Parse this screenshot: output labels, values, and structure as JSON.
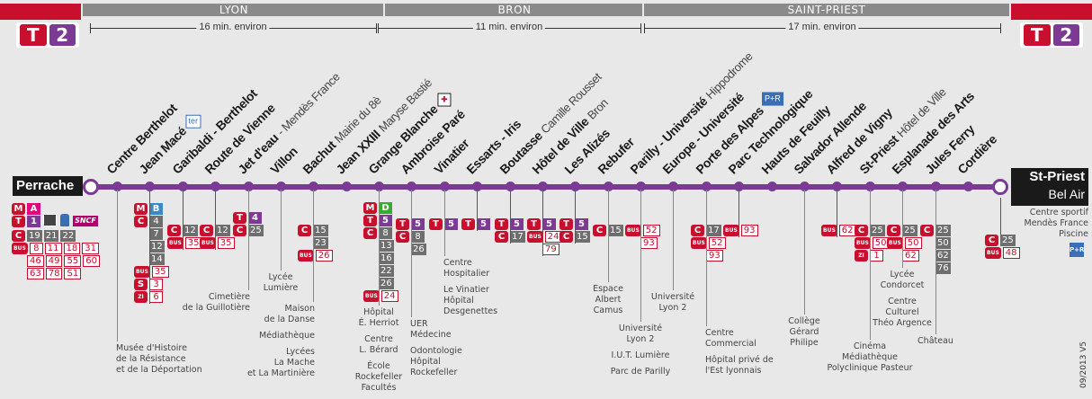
{
  "header": {
    "logo": {
      "t": "T",
      "num": "2"
    },
    "zones": [
      "LYON",
      "BRON",
      "SAINT-PRIEST"
    ],
    "durations": [
      "16 min. environ",
      "11 min. environ",
      "17 min. environ"
    ]
  },
  "colors": {
    "line": "#7b3a93",
    "red": "#c8102e",
    "metro_A": "#e5007d",
    "metro_B": "#3a87c9",
    "metro_D": "#3aa935",
    "tram": "#7d3a95",
    "bus_grey": "#6e6e6e"
  },
  "termini": {
    "start": {
      "name": "Perrache"
    },
    "end": {
      "name": "St-Priest",
      "sub": "Bel Air"
    }
  },
  "start_connections": [
    [
      "M",
      [
        "A"
      ]
    ],
    [
      "T",
      [
        "1"
      ]
    ],
    [
      "C",
      [
        "19",
        "21",
        "22"
      ]
    ],
    [
      "BUS",
      [
        "8",
        "11",
        "18",
        "31"
      ]
    ],
    [
      "",
      [
        "46",
        "49",
        "55",
        "60"
      ]
    ],
    [
      "",
      [
        "63",
        "78",
        "S1"
      ]
    ]
  ],
  "start_icons": [
    "rhone-express-icon",
    "train-icon",
    "sncf-logo"
  ],
  "sncf_label": "SNCF",
  "end_connections": [
    [
      "C",
      [
        "25"
      ]
    ],
    [
      "BUS",
      [
        "48"
      ]
    ]
  ],
  "end_pois": [
    "Centre sportif",
    "Mendès France",
    "Piscine"
  ],
  "park_ride_label": "P+R",
  "stations": [
    {
      "name": "Centre Berthelot",
      "suffix": "",
      "conn": [],
      "pois": [
        "Musée d'Histoire",
        "de la Résistance",
        "et de la Déportation"
      ]
    },
    {
      "name": "Jean Macé",
      "suffix": "",
      "icon": "ter-icon",
      "icon_label": "ter",
      "conn": [
        [
          "M",
          [
            "B"
          ]
        ],
        [
          "C",
          [
            "4"
          ]
        ],
        [
          "",
          [
            "7"
          ]
        ],
        [
          "",
          [
            "12"
          ]
        ],
        [
          "",
          [
            "14"
          ]
        ],
        [
          "BUS",
          [
            "35"
          ]
        ],
        [
          "S",
          [
            "3"
          ]
        ],
        [
          "ZI",
          [
            "6"
          ]
        ]
      ],
      "pois": []
    },
    {
      "name": "Garibaldi - Berthelot",
      "suffix": "",
      "conn": [
        [
          "C",
          [
            "12"
          ]
        ],
        [
          "BUS",
          [
            "35"
          ]
        ]
      ],
      "pois": []
    },
    {
      "name": "Route de Vienne",
      "suffix": "",
      "conn": [
        [
          "C",
          [
            "12"
          ]
        ],
        [
          "BUS",
          [
            "35"
          ]
        ]
      ],
      "pois": []
    },
    {
      "name": "Jet d'eau",
      "suffix": "- Mendès France",
      "conn": [
        [
          "T",
          [
            "4"
          ]
        ],
        [
          "C",
          [
            "25"
          ]
        ]
      ],
      "pois": [
        "Cimetière",
        "de la Guillotière"
      ]
    },
    {
      "name": "Villon",
      "suffix": "",
      "conn": [],
      "pois": [
        "Lycée",
        "Lumière"
      ]
    },
    {
      "name": "Bachut",
      "suffix": "Mairie du 8è",
      "conn": [
        [
          "C",
          [
            "15"
          ]
        ],
        [
          "",
          [
            "23"
          ]
        ],
        [
          "BUS",
          [
            "26"
          ]
        ]
      ],
      "pois": [
        "Maison",
        "de la Danse",
        "",
        "Médiathèque",
        "",
        "Lycées",
        "La Mache",
        "et La Martinière"
      ]
    },
    {
      "name": "Jean XXIII",
      "suffix": "Maryse Bastié",
      "conn": [],
      "pois": []
    },
    {
      "name": "Grange Blanche",
      "suffix": "",
      "icon": "hospital-icon",
      "conn": [
        [
          "M",
          [
            "D"
          ]
        ],
        [
          "T",
          [
            "5"
          ]
        ],
        [
          "C",
          [
            "8"
          ]
        ],
        [
          "",
          [
            "13"
          ]
        ],
        [
          "",
          [
            "16"
          ]
        ],
        [
          "",
          [
            "22"
          ]
        ],
        [
          "",
          [
            "26"
          ]
        ],
        [
          "BUS",
          [
            "24"
          ]
        ]
      ],
      "pois": [
        "Hôpital",
        "É. Herriot",
        "",
        "Centre",
        "L. Bérard",
        "",
        "École",
        "Rockefeller",
        "Facultés"
      ]
    },
    {
      "name": "Ambroise Paré",
      "suffix": "",
      "conn": [
        [
          "T",
          [
            "5"
          ]
        ],
        [
          "C",
          [
            "8"
          ]
        ],
        [
          "",
          [
            "26"
          ]
        ]
      ],
      "pois": [
        "UER",
        "Médecine",
        "",
        "Odontologie",
        "Hôpital",
        "Rockefeller"
      ]
    },
    {
      "name": "Vinatier",
      "suffix": "",
      "conn": [
        [
          "T",
          [
            "5"
          ]
        ]
      ],
      "pois": [
        "Centre",
        "Hospitalier",
        "",
        "Le Vinatier",
        "Hôpital",
        "Desgenettes"
      ]
    },
    {
      "name": "Essarts - Iris",
      "suffix": "",
      "conn": [
        [
          "T",
          [
            "5"
          ]
        ]
      ],
      "pois": []
    },
    {
      "name": "Boutasse",
      "suffix": "Camille Rousset",
      "conn": [
        [
          "T",
          [
            "5"
          ]
        ],
        [
          "C",
          [
            "17"
          ]
        ]
      ],
      "pois": []
    },
    {
      "name": "Hôtel de Ville",
      "suffix": "Bron",
      "conn": [
        [
          "T",
          [
            "5"
          ]
        ],
        [
          "BUS",
          [
            "24"
          ]
        ],
        [
          "",
          [
            "79"
          ]
        ]
      ],
      "pois": []
    },
    {
      "name": "Les Alizés",
      "suffix": "",
      "conn": [
        [
          "T",
          [
            "5"
          ]
        ],
        [
          "C",
          [
            "15"
          ]
        ]
      ],
      "pois": []
    },
    {
      "name": "Rebufer",
      "suffix": "",
      "conn": [
        [
          "C",
          [
            "15"
          ]
        ]
      ],
      "pois": [
        "Espace",
        "Albert",
        "Camus"
      ]
    },
    {
      "name": "Parilly - Université",
      "suffix": "Hippodrome",
      "conn": [
        [
          "BUS",
          [
            "52"
          ]
        ],
        [
          "",
          [
            "93"
          ]
        ]
      ],
      "pois": [
        "Université",
        "Lyon 2",
        "",
        "I.U.T. Lumière",
        "",
        "Parc de Parilly"
      ]
    },
    {
      "name": "Europe - Université",
      "suffix": "",
      "conn": [],
      "pois": [
        "Université",
        "Lyon 2"
      ]
    },
    {
      "name": "Porte des Alpes",
      "suffix": "",
      "icon": "park-ride-icon",
      "conn": [
        [
          "C",
          [
            "17"
          ]
        ],
        [
          "BUS",
          [
            "52"
          ]
        ],
        [
          "",
          [
            "93"
          ]
        ]
      ],
      "pois": [
        "Centre",
        "Commercial",
        "",
        "Hôpital privé de",
        "l'Est lyonnais"
      ]
    },
    {
      "name": "Parc Technologique",
      "suffix": "",
      "conn": [
        [
          "BUS",
          [
            "93"
          ]
        ]
      ],
      "pois": []
    },
    {
      "name": "Hauts de Feuilly",
      "suffix": "",
      "conn": [],
      "pois": []
    },
    {
      "name": "Salvador Allende",
      "suffix": "",
      "conn": [],
      "pois": [
        "Collège",
        "Gérard",
        "Philipe"
      ]
    },
    {
      "name": "Alfred de Vigny",
      "suffix": "",
      "conn": [
        [
          "BUS",
          [
            "62"
          ]
        ]
      ],
      "pois": []
    },
    {
      "name": "St-Priest",
      "suffix": "Hôtel de Ville",
      "conn": [
        [
          "C",
          [
            "25"
          ]
        ],
        [
          "BUS",
          [
            "50"
          ]
        ],
        [
          "ZI",
          [
            "1"
          ]
        ]
      ],
      "pois": [
        "Cinéma",
        "Médiathèque",
        "Polyclinique Pasteur"
      ]
    },
    {
      "name": "Esplanade des Arts",
      "suffix": "",
      "conn": [
        [
          "C",
          [
            "25"
          ]
        ],
        [
          "BUS",
          [
            "50"
          ]
        ],
        [
          "",
          [
            "62"
          ]
        ]
      ],
      "pois": [
        "Lycée",
        "Condorcet",
        "",
        "Centre",
        "Culturel",
        "Théo Argence"
      ]
    },
    {
      "name": "Jules Ferry",
      "suffix": "",
      "conn": [
        [
          "C",
          [
            "25"
          ]
        ],
        [
          "",
          [
            "50"
          ]
        ],
        [
          "",
          [
            "62"
          ]
        ],
        [
          "",
          [
            "76"
          ]
        ]
      ],
      "pois": [
        "Château"
      ]
    },
    {
      "name": "Cordière",
      "suffix": "",
      "conn": [],
      "pois": []
    }
  ],
  "version": "09/2013 V5"
}
